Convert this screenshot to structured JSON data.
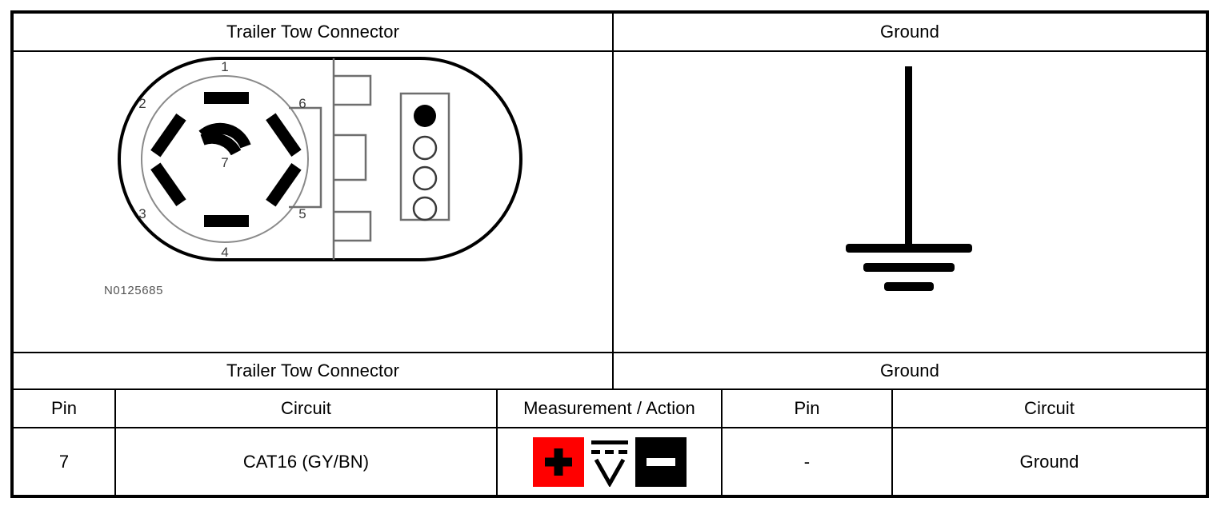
{
  "diagram": {
    "headers": {
      "left_title": "Trailer Tow Connector",
      "right_title": "Ground"
    },
    "connector": {
      "part_number": "N0125685",
      "pin_labels": [
        "1",
        "2",
        "3",
        "4",
        "5",
        "6",
        "7"
      ],
      "indicator_count": 4,
      "filled_indicator_index": 0
    },
    "ground_symbol": {
      "name": "earth-ground"
    }
  },
  "table": {
    "section_titles": {
      "left": "Trailer Tow Connector",
      "right": "Ground"
    },
    "columns": [
      "Pin",
      "Circuit",
      "Measurement / Action",
      "Pin",
      "Circuit"
    ],
    "rows": [
      {
        "pin": "7",
        "circuit": "CAT16 (GY/BN)",
        "measurement": {
          "positive_probe": "+",
          "meter_mode": "V",
          "negative_probe": "−"
        },
        "ground_pin": "-",
        "ground_circuit": "Ground"
      }
    ]
  },
  "colors": {
    "positive_probe": "#FF0000",
    "negative_probe": "#000000",
    "border": "#000000"
  }
}
